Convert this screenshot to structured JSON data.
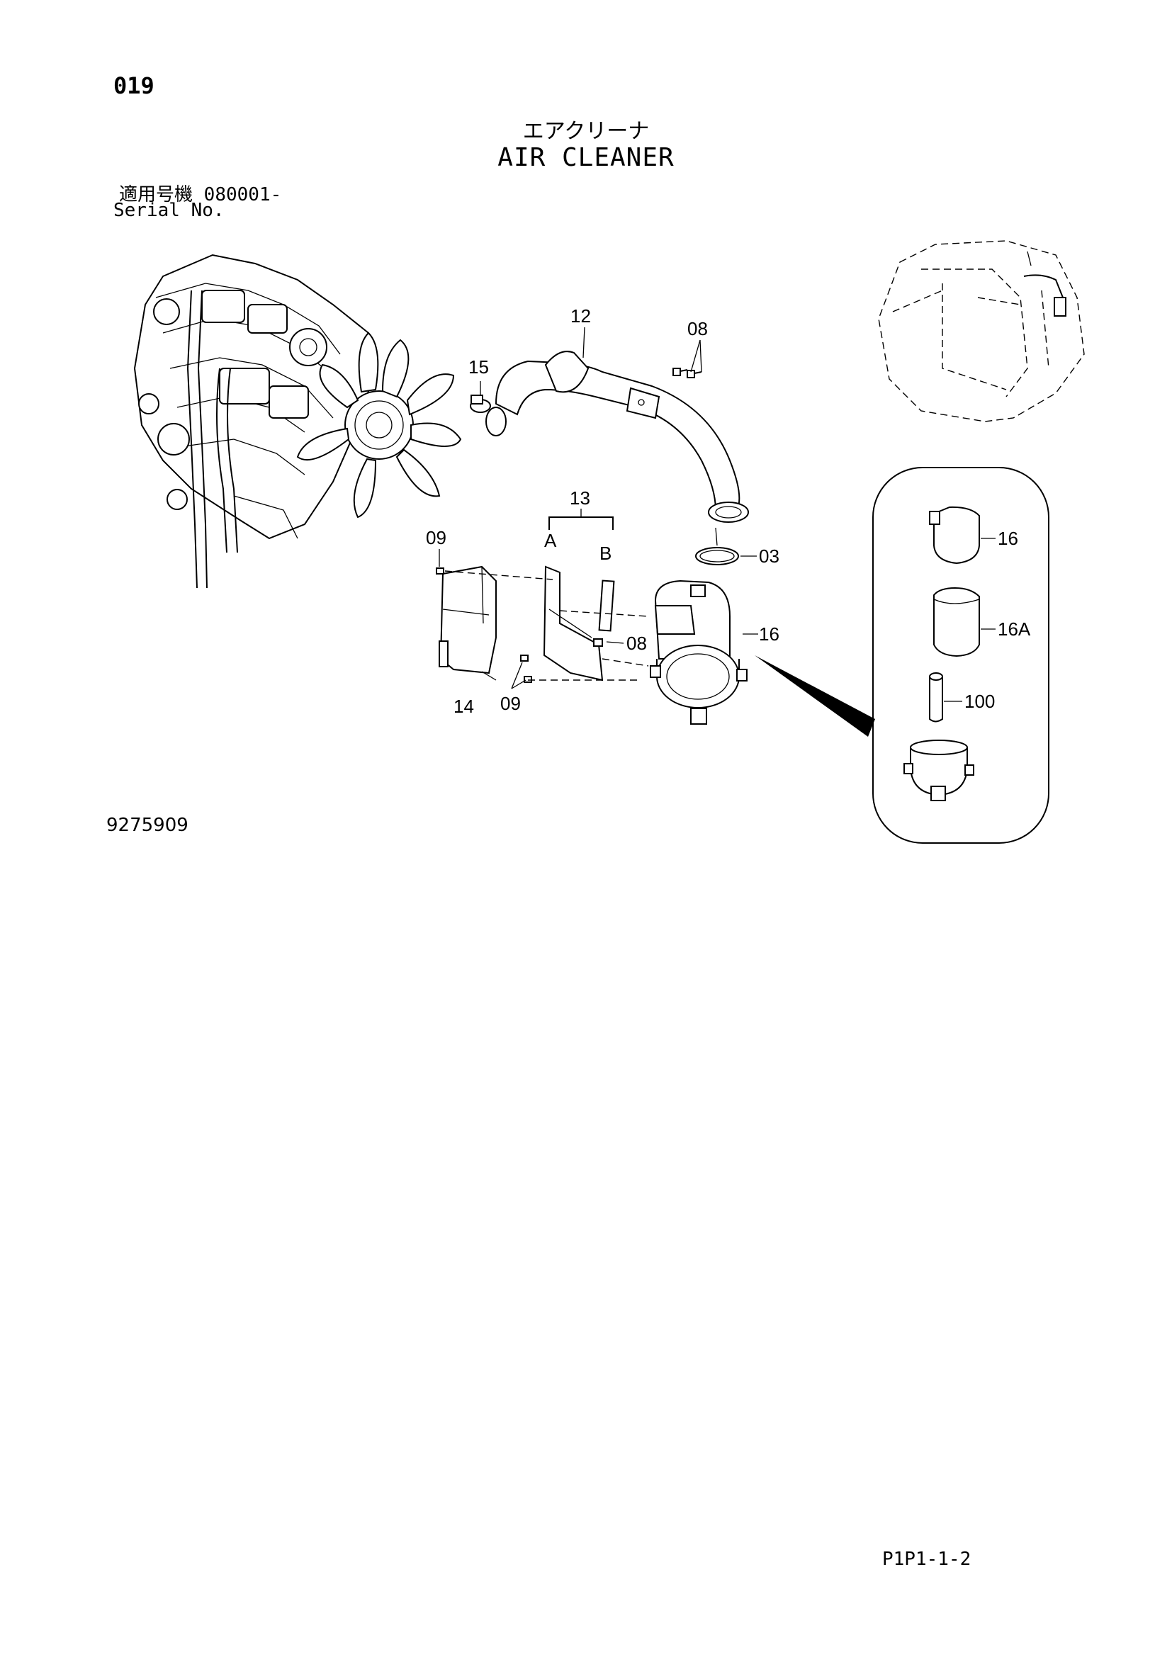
{
  "header": {
    "page_number": "019",
    "title_jp": "エアクリーナ",
    "title_en": "AIR CLEANER",
    "serial_jp_label": "適用号機",
    "serial_value": "080001-",
    "serial_en_label": "Serial No."
  },
  "callouts": {
    "c12": "12",
    "c08a": "08",
    "c15": "15",
    "c13": "13",
    "cA": "A",
    "cB": "B",
    "c09a": "09",
    "c03": "03",
    "c16": "16",
    "c08b": "08",
    "c14": "14",
    "c09b": "09"
  },
  "detail": {
    "c16": "16",
    "c16a": "16A",
    "c100": "100"
  },
  "footer": {
    "drawing_number": "9275909",
    "page_code": "P1P1-1-2"
  }
}
